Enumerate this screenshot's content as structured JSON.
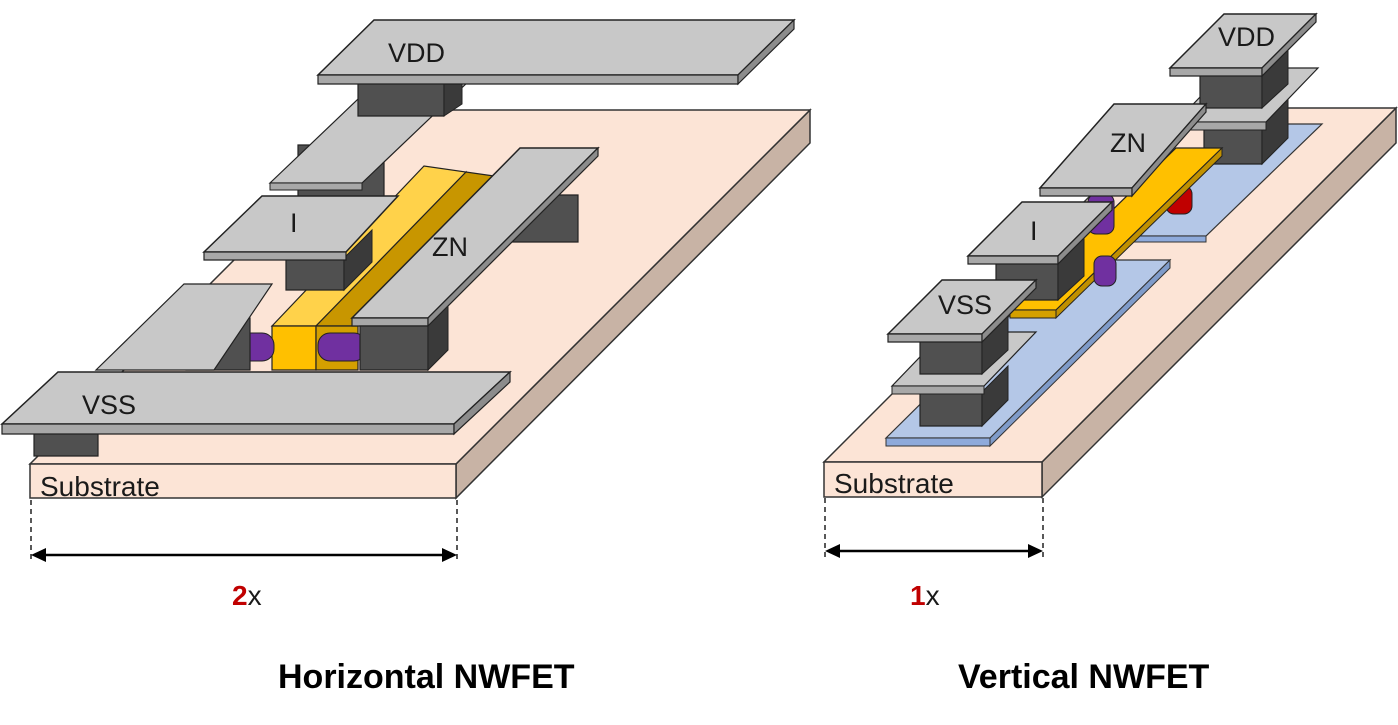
{
  "left": {
    "labels": {
      "vdd": "VDD",
      "i": "I",
      "zn": "ZN",
      "vss": "VSS",
      "substrate": "Substrate"
    },
    "width_number": "2",
    "width_suffix": "x",
    "title": "Horizontal NWFET"
  },
  "right": {
    "labels": {
      "vdd": "VDD",
      "zn": "ZN",
      "i": "I",
      "vss": "VSS",
      "substrate": "Substrate"
    },
    "width_number": "1",
    "width_suffix": "x",
    "title": "Vertical NWFET"
  },
  "colors": {
    "substrate": "#fce4d6",
    "metal": "#c8c8c8",
    "via": "#4d4d4d",
    "gate": "#ffc000",
    "nanowire": "#7030a0",
    "contact": "#c00000",
    "diffusion": "#b4c7e7",
    "number_accent": "#c00000"
  }
}
